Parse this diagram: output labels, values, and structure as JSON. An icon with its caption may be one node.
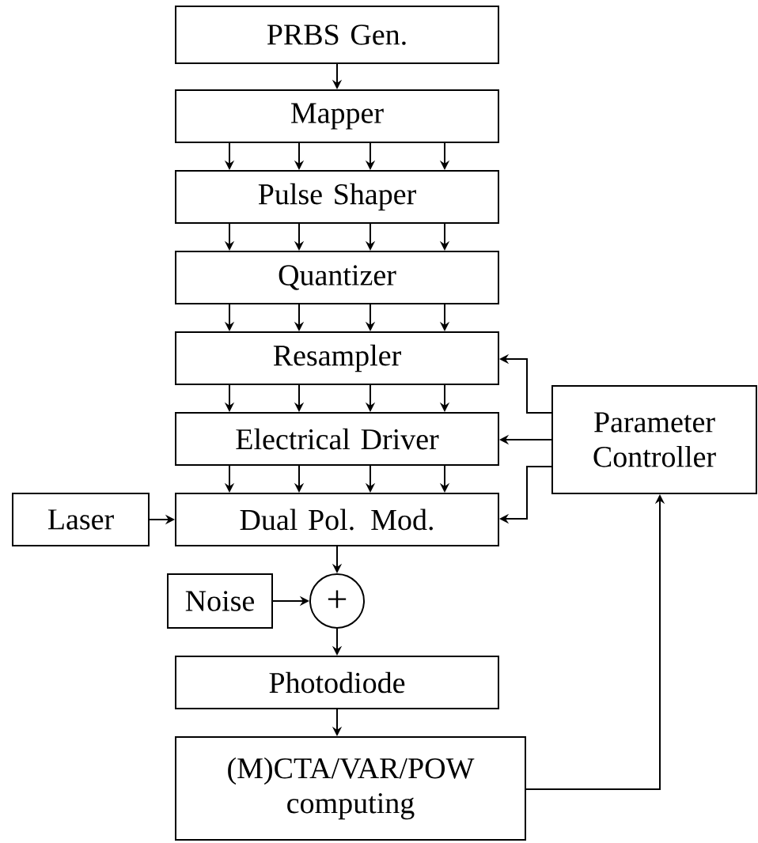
{
  "diagram": {
    "nodes": [
      {
        "text": [
          "PRBS Gen."
        ]
      },
      {
        "text": [
          "Mapper"
        ]
      },
      {
        "text": [
          "Pulse Shaper"
        ]
      },
      {
        "text": [
          "Quantizer"
        ]
      },
      {
        "text": [
          "Resampler"
        ]
      },
      {
        "text": [
          "Electrical Driver"
        ]
      },
      {
        "text": [
          "Dual Pol. Mod."
        ]
      },
      {
        "text": [
          "Laser"
        ]
      },
      {
        "text": [
          "Parameter Controller"
        ]
      },
      {
        "text": [
          "Noise"
        ]
      },
      {
        "text": [
          "+"
        ]
      },
      {
        "text": [
          "Photodiode"
        ]
      },
      {
        "text": [
          "(M)CTA/VAR/POW computing"
        ]
      }
    ],
    "edges": [
      {
        "from": 0,
        "to": 1,
        "arrow": "to"
      },
      {
        "from": 1,
        "to": 2,
        "arrow": "to"
      },
      {
        "from": 1,
        "to": 2,
        "arrow": "to"
      },
      {
        "from": 1,
        "to": 2,
        "arrow": "to"
      },
      {
        "from": 1,
        "to": 2,
        "arrow": "to"
      },
      {
        "from": 2,
        "to": 3,
        "arrow": "to"
      },
      {
        "from": 2,
        "to": 3,
        "arrow": "to"
      },
      {
        "from": 2,
        "to": 3,
        "arrow": "to"
      },
      {
        "from": 2,
        "to": 3,
        "arrow": "to"
      },
      {
        "from": 3,
        "to": 4,
        "arrow": "to"
      },
      {
        "from": 3,
        "to": 4,
        "arrow": "to"
      },
      {
        "from": 3,
        "to": 4,
        "arrow": "to"
      },
      {
        "from": 3,
        "to": 4,
        "arrow": "to"
      },
      {
        "from": 4,
        "to": 5,
        "arrow": "to"
      },
      {
        "from": 4,
        "to": 5,
        "arrow": "to"
      },
      {
        "from": 4,
        "to": 5,
        "arrow": "to"
      },
      {
        "from": 4,
        "to": 5,
        "arrow": "to"
      },
      {
        "from": 5,
        "to": 6,
        "arrow": "to"
      },
      {
        "from": 5,
        "to": 6,
        "arrow": "to"
      },
      {
        "from": 5,
        "to": 6,
        "arrow": "to"
      },
      {
        "from": 5,
        "to": 6,
        "arrow": "to"
      },
      {
        "from": 8,
        "to": 4,
        "arrow": "to"
      },
      {
        "from": 8,
        "to": 5,
        "arrow": "to"
      },
      {
        "from": 8,
        "to": 6,
        "arrow": "to"
      },
      {
        "from": 7,
        "to": 6,
        "arrow": "to"
      },
      {
        "from": 6,
        "to": 10,
        "arrow": "to"
      },
      {
        "from": 9,
        "to": 10,
        "arrow": "to"
      },
      {
        "from": 10,
        "to": 11,
        "arrow": "to"
      },
      {
        "from": 11,
        "to": 12,
        "arrow": "to"
      },
      {
        "from": 12,
        "to": 8,
        "arrow": "to"
      }
    ]
  }
}
